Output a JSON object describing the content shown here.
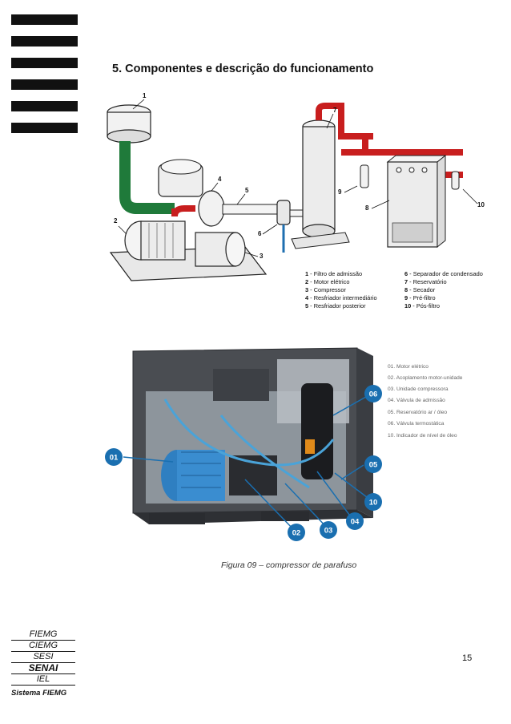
{
  "section": {
    "heading": "5. Componentes e descrição do funcionamento"
  },
  "diagram1": {
    "callouts": [
      "1",
      "2",
      "3",
      "4",
      "5",
      "6",
      "7",
      "8",
      "9",
      "10"
    ],
    "legend_left": [
      {
        "num": "1",
        "text": "Filtro de admissão"
      },
      {
        "num": "2",
        "text": "Motor elétrico"
      },
      {
        "num": "3",
        "text": "Compressor"
      },
      {
        "num": "4",
        "text": "Resfriador intermediário"
      },
      {
        "num": "5",
        "text": "Resfriador posterior"
      }
    ],
    "legend_right": [
      {
        "num": "6",
        "text": "Separador de condensado"
      },
      {
        "num": "7",
        "text": "Reservatório"
      },
      {
        "num": "8",
        "text": "Secador"
      },
      {
        "num": "9",
        "text": "Pré-filtro"
      },
      {
        "num": "10",
        "text": "Pós-filtro"
      }
    ]
  },
  "diagram2": {
    "badges": [
      "01",
      "02",
      "03",
      "04",
      "05",
      "06",
      "10"
    ],
    "legend": [
      "01. Motor elétrico",
      "02. Acoplamento motor-unidade",
      "03. Unidade compressora",
      "04. Válvula de admissão",
      "05. Reservatório ar / óleo",
      "06. Válvula termostática",
      "10. Indicador de nível de óleo"
    ],
    "badge_color": "#1a6fb0"
  },
  "figure": {
    "caption": "Figura 09 – compressor de parafuso"
  },
  "footer": {
    "logo_lines": [
      "FIEMG",
      "CIEMG",
      "SESI",
      "SENAI",
      "IEL"
    ],
    "logo_tagline": "Sistema FIEMG",
    "page_number": "15"
  }
}
